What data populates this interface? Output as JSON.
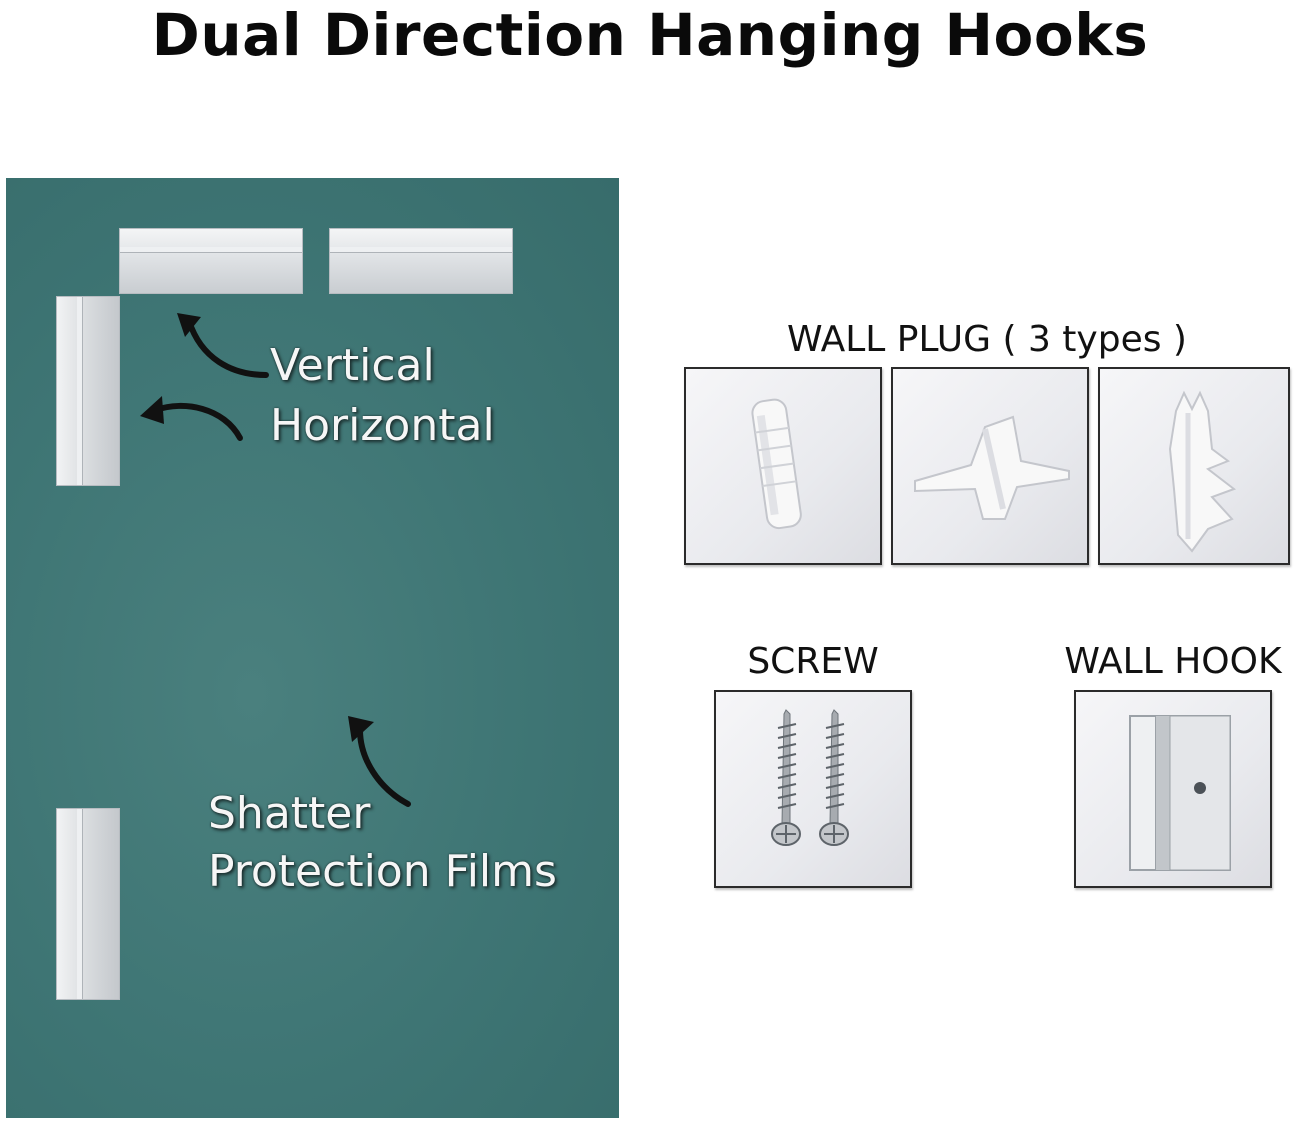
{
  "title": "Dual Direction Hanging Hooks",
  "board": {
    "label_vertical": "Vertical",
    "label_horizontal": "Horizontal",
    "label_shatter_1": "Shatter",
    "label_shatter_2": "Protection Films",
    "board_color": "#3e7574"
  },
  "accessories": {
    "wall_plug_heading": "WALL PLUG ( 3 types )",
    "screw_heading": "SCREW",
    "wall_hook_heading": "WALL HOOK"
  },
  "icons": [
    "arrow-icon",
    "wall-plug-icon",
    "screw-icon",
    "wall-hook-icon"
  ]
}
